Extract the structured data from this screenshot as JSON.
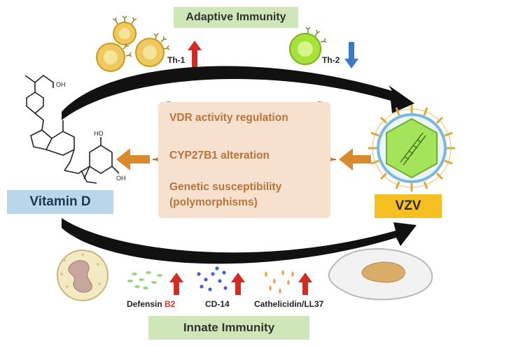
{
  "adaptive_title": "Adaptive Immunity",
  "innate_title": "Innate Immunity",
  "vitamin_d_label": "Vitamin D",
  "vzv_label": "VZV",
  "mechanisms": {
    "m1": "VDR activity regulation",
    "m2": "CYP27B1 alteration",
    "m3": "Genetic susceptibility",
    "m4": "(polymorphisms)"
  },
  "th1_label": "Th-1",
  "th2_label": "Th-2",
  "defensin_prefix": "Defensin ",
  "defensin_suffix": "B2",
  "cd14_label": "CD-14",
  "cathelicidin_label": "Cathelicidin/LL37",
  "structure_labels": {
    "oh_top": "OH",
    "ho_mid": "HO",
    "oh_bottom": "OH"
  },
  "colors": {
    "up_arrow": "#d42a20",
    "down_arrow": "#3c78c8",
    "orange_arrow": "#d98a2c",
    "mechanism_text": "#b9743a"
  }
}
